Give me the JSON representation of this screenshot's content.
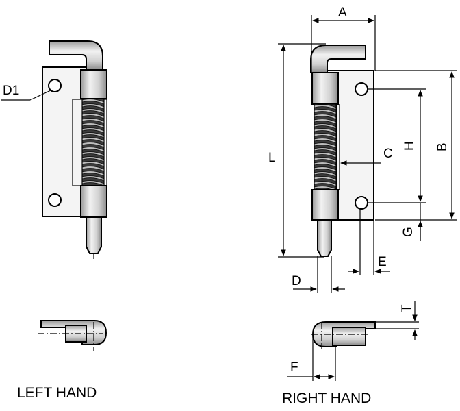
{
  "views": {
    "left": {
      "caption": "LEFT HAND",
      "labels": {
        "d1": "D1"
      }
    },
    "right": {
      "caption": "RIGHT HAND",
      "labels": {
        "a": "A",
        "b": "B",
        "c": "C",
        "d": "D",
        "e": "E",
        "f": "F",
        "g": "G",
        "h": "H",
        "l": "L",
        "t": "T"
      }
    }
  },
  "colors": {
    "line": "#000000",
    "plate": "#f4f4f4",
    "metal_light": "#f2f2f2",
    "metal_dark": "#9a9a9a",
    "spring": "#555555"
  }
}
